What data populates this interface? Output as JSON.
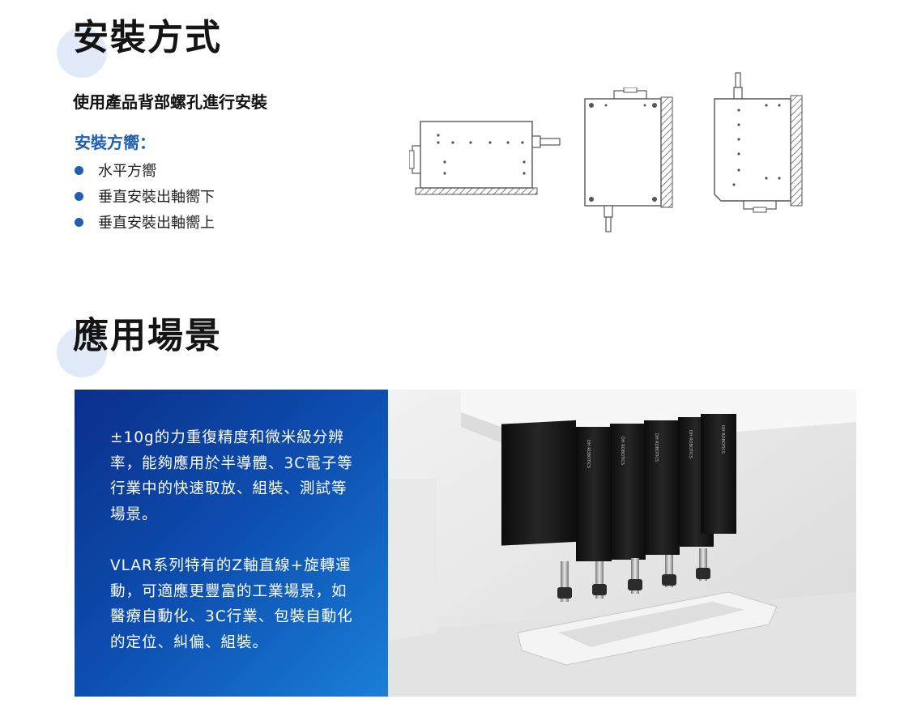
{
  "install": {
    "title": "安裝方式",
    "subtitle": "使用產品背部螺孔進行安裝",
    "direction_heading": "安裝方嚮：",
    "directions": [
      "水平方嚮",
      "垂直安裝出軸嚮下",
      "垂直安裝出軸嚮上"
    ]
  },
  "application": {
    "title": "應用場景",
    "paragraph1": "±10g的力重復精度和微米級分辨率，能夠應用於半導體、3C電子等行業中的快速取放、組裝、測試等場景。",
    "paragraph2": "VLAR系列特有的Z軸直線+旋轉運動，可適應更豐富的工業場景，如醫療自動化、3C行業、包裝自動化的定位、糾偏、組裝。",
    "module_label": "DH ROBOTICS"
  },
  "colors": {
    "accent_blue": "#1f5fb5",
    "panel_dark": "#0b2f8a",
    "panel_light": "#1a7fd8",
    "title_dot": "#dbe6f7"
  }
}
